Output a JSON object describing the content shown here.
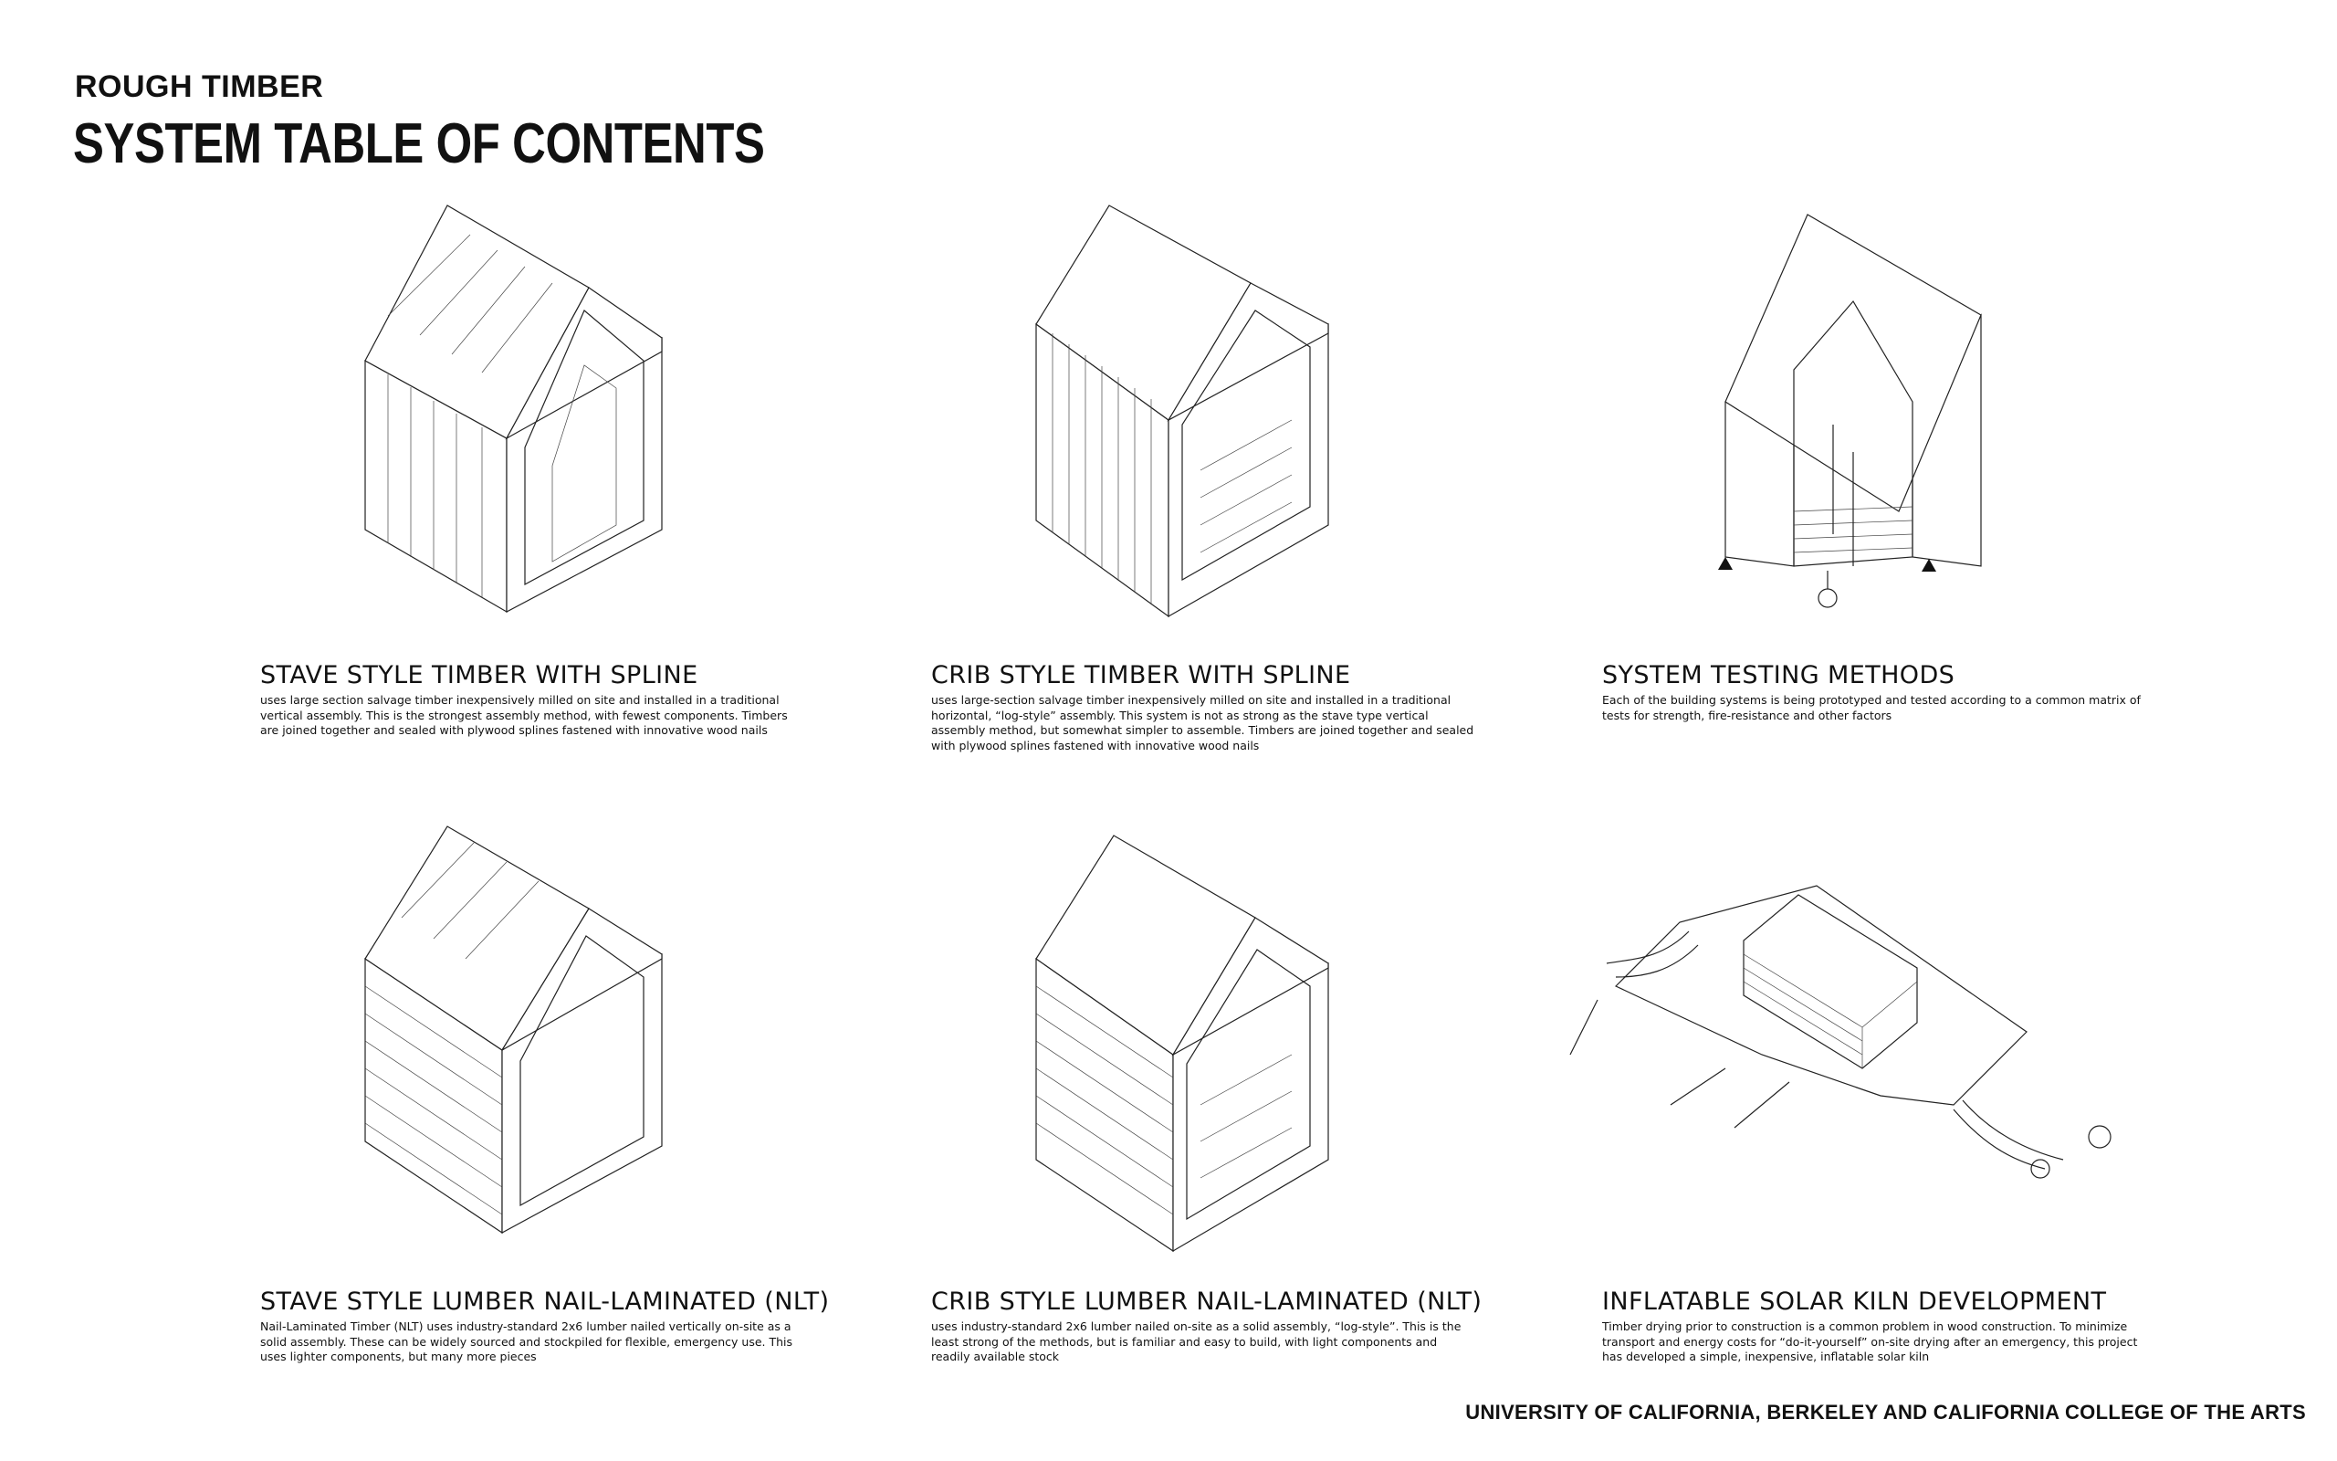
{
  "header": {
    "eyebrow": "ROUGH TIMBER",
    "title": "SYSTEM TABLE OF CONTENTS"
  },
  "systems": [
    {
      "title": "STAVE STYLE TIMBER WITH SPLINE",
      "description": "uses large section salvage timber inexpensively milled on site and installed in a traditional vertical assembly. This is the strongest assembly method, with fewest components. Timbers are joined together and sealed with plywood splines fastened with innovative wood nails",
      "illustration": "stave-timber-house"
    },
    {
      "title": "CRIB STYLE TIMBER WITH SPLINE",
      "description": "uses large-section salvage timber inexpensively milled on site and installed in a traditional horizontal, “log-style” assembly. This system is not as strong as the stave type vertical assembly method, but somewhat simpler to assemble. Timbers are joined together and sealed with plywood splines fastened with innovative wood nails",
      "illustration": "crib-timber-house"
    },
    {
      "title": "SYSTEM TESTING METHODS",
      "description": "Each of the building systems is being prototyped and tested according to a common matrix of tests for strength, fire-resistance and other factors",
      "illustration": "testing-frame"
    },
    {
      "title": "STAVE STYLE LUMBER NAIL-LAMINATED (NLT)",
      "description": "Nail-Laminated Timber (NLT) uses industry-standard 2x6 lumber nailed vertically on-site as a solid assembly. These can be widely sourced and stockpiled for flexible, emergency use. This uses lighter components, but many more pieces",
      "illustration": "stave-nlt-house"
    },
    {
      "title": "CRIB STYLE LUMBER NAIL-LAMINATED (NLT)",
      "description": "uses industry-standard 2x6 lumber nailed on-site as a solid assembly, “log-style”. This is the least strong of the methods, but is familiar and easy to build, with light components and readily available stock",
      "illustration": "crib-nlt-house"
    },
    {
      "title": "INFLATABLE SOLAR KILN DEVELOPMENT",
      "description": "Timber drying prior to construction is a common problem in wood construction. To minimize transport and energy costs for “do-it-yourself” on-site drying after an emergency, this project has developed a simple, inexpensive, inflatable solar kiln",
      "illustration": "solar-kiln"
    }
  ],
  "footer": {
    "credit": "UNIVERSITY OF CALIFORNIA, BERKELEY AND CALIFORNIA COLLEGE OF THE ARTS"
  }
}
